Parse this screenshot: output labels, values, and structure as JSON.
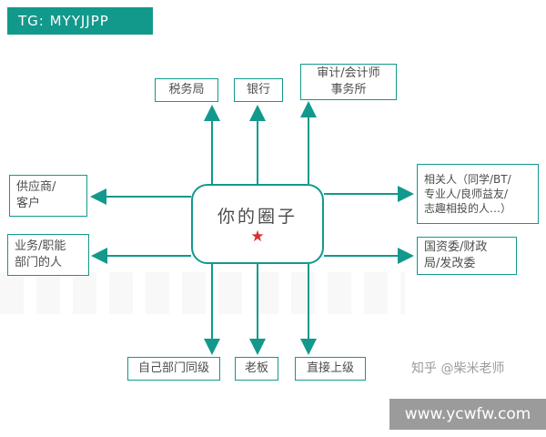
{
  "colors": {
    "accent": "#12998c",
    "star": "#d7302f",
    "text": "#4d4d4d",
    "muted": "#9c9c9c",
    "sitebar": "#9b9b9b"
  },
  "banner": {
    "label": "TG: MYYJJPP"
  },
  "center": {
    "label": "你的圈子",
    "star": "★"
  },
  "nodes": {
    "tax_bureau": {
      "label": "税务局"
    },
    "bank": {
      "label": "银行"
    },
    "audit_firm": {
      "label": "审计/会计师\n事务所"
    },
    "suppliers_customers": {
      "label": "供应商/\n客户"
    },
    "business_dept": {
      "label": "业务/职能\n部门的人"
    },
    "related_people": {
      "label": "相关人（同学/BT/\n专业人/良师益友/\n志趣相投的人…）"
    },
    "gov_agencies": {
      "label": "国资委/财政\n局/发改委"
    },
    "same_level_colleagues": {
      "label": "自己部门同级"
    },
    "boss": {
      "label": "老板"
    },
    "direct_superior": {
      "label": "直接上级"
    }
  },
  "credits": {
    "zhihu": "知乎 @柴米老师",
    "site": "www.ycwfw.com"
  }
}
